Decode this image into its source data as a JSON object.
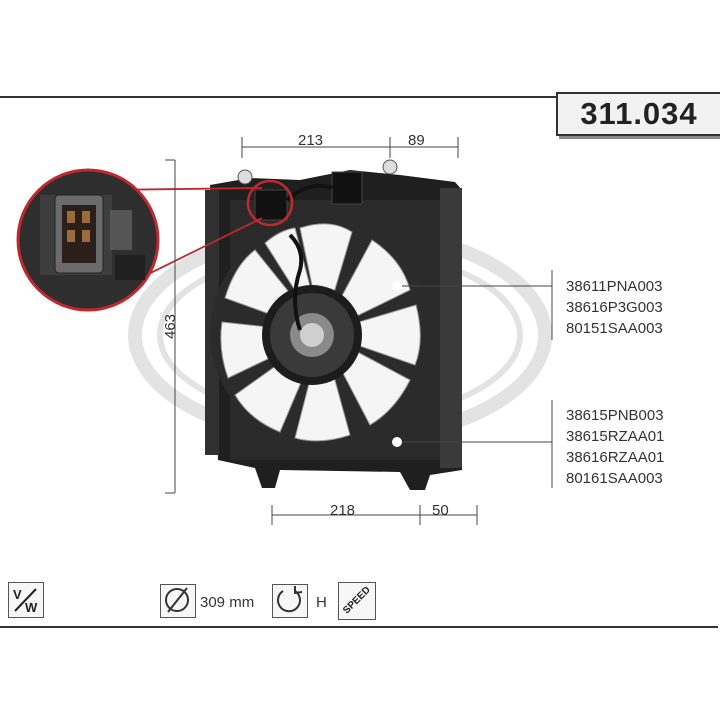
{
  "part_number": "311.034",
  "dimensions": {
    "top_left": "213",
    "top_right": "89",
    "height": "463",
    "bottom_left": "218",
    "bottom_right": "50"
  },
  "references": {
    "group_1": [
      "38611PNA003",
      "38616P3G003",
      "80151SAA003"
    ],
    "group_2": [
      "38615PNB003",
      "38615RZAA01",
      "38616RZAA01",
      "80161SAA003"
    ]
  },
  "footer": {
    "vw_icon": "V/W",
    "diameter_value": "309 mm",
    "rotation_direction": "H",
    "speed_label": "SPEED"
  },
  "colors": {
    "callout_red": "#c0282e",
    "frame": "#333333",
    "watermark": "#e6e6e6",
    "fan_blade": "#f4f4f4",
    "shroud": "#1c1c1c"
  }
}
